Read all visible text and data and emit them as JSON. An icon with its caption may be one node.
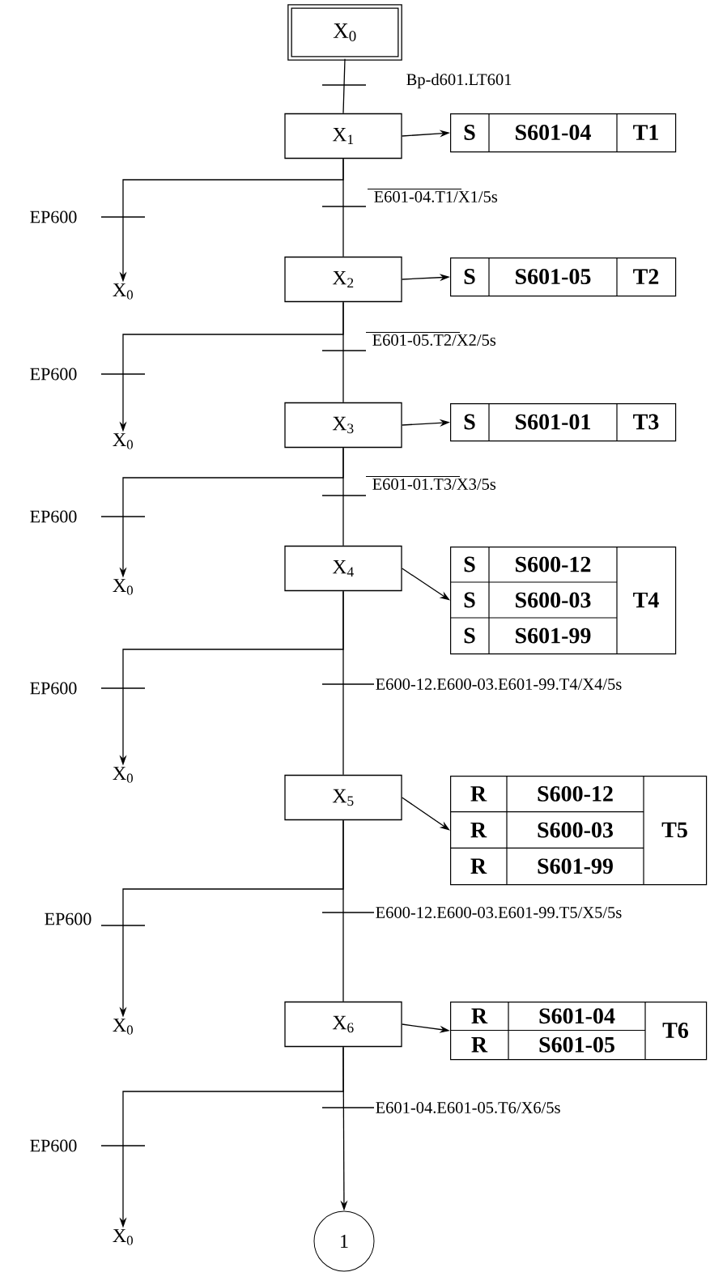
{
  "diagram": {
    "nodes": [
      {
        "text": [
          "X$_{0}$"
        ]
      },
      {
        "text": [
          "X$_{1}$"
        ]
      },
      {
        "text": [
          "S",
          "S601-04",
          "T1"
        ]
      },
      {
        "text": [
          "X$_{2}$"
        ]
      },
      {
        "text": [
          "S",
          "S601-05",
          "T2"
        ]
      },
      {
        "text": [
          "X$_{0}$"
        ]
      },
      {
        "text": [
          "X$_{3}$"
        ]
      },
      {
        "text": [
          "S",
          "S601-01",
          "T3"
        ]
      },
      {
        "text": [
          "X$_{0}$"
        ]
      },
      {
        "text": [
          "X$_{4}$"
        ]
      },
      {
        "text": [
          "S",
          "S600-12",
          "S",
          "S600-03",
          "S",
          "S601-99",
          "T4"
        ]
      },
      {
        "text": [
          "X$_{0}$"
        ]
      },
      {
        "text": [
          "X$_{0}$"
        ]
      },
      {
        "text": [
          "X$_{5}$"
        ]
      },
      {
        "text": [
          "R",
          "S600-12",
          "R",
          "S600-03",
          "R",
          "S601-99",
          "T5"
        ]
      },
      {
        "text": [
          "X$_{6}$"
        ]
      },
      {
        "text": [
          "R",
          "S601-04",
          "R",
          "S601-05",
          "T6"
        ]
      },
      {
        "text": [
          "X$_{0}$"
        ]
      },
      {
        "text": [
          "X$_{0}$"
        ]
      },
      {
        "text": [
          "1"
        ]
      }
    ],
    "edges": [
      {
        "from": 0,
        "to": 1,
        "arrow": "none",
        "label": "Bp-d601.LT601"
      },
      {
        "from": 1,
        "to": 2,
        "arrow": "to"
      },
      {
        "from": 1,
        "to": 3,
        "arrow": "none",
        "label": "E601-04.T1/X1/5s"
      },
      {
        "from": 1,
        "to": 5,
        "arrow": "to",
        "label": "EP600"
      },
      {
        "from": 3,
        "to": 4,
        "arrow": "to"
      },
      {
        "from": 3,
        "to": 6,
        "arrow": "none",
        "label": "E601-05.T2/X2/5s"
      },
      {
        "from": 3,
        "to": 8,
        "arrow": "to",
        "label": "EP600"
      },
      {
        "from": 6,
        "to": 7,
        "arrow": "to"
      },
      {
        "from": 6,
        "to": 9,
        "arrow": "none",
        "label": "E601-01.T3/X3/5s"
      },
      {
        "from": 6,
        "to": 11,
        "arrow": "to",
        "label": "EP600"
      },
      {
        "from": 9,
        "to": 10,
        "arrow": "to"
      },
      {
        "from": 9,
        "to": 13,
        "arrow": "none",
        "label": "E600-12.E600-03.E601-99.T4/X4/5s"
      },
      {
        "from": 9,
        "to": 12,
        "arrow": "to",
        "label": "EP600"
      },
      {
        "from": 13,
        "to": 14,
        "arrow": "to"
      },
      {
        "from": 13,
        "to": 15,
        "arrow": "none",
        "label": "E600-12.E600-03.E601-99.T5/X5/5s"
      },
      {
        "from": 13,
        "to": 17,
        "arrow": "to",
        "label": "EP600"
      },
      {
        "from": 15,
        "to": 16,
        "arrow": "to"
      },
      {
        "from": 15,
        "to": 19,
        "arrow": "to",
        "label": "E601-04.E601-05.T6/X6/5s"
      },
      {
        "from": 15,
        "to": 18,
        "arrow": "to",
        "label": "EP600"
      }
    ]
  }
}
